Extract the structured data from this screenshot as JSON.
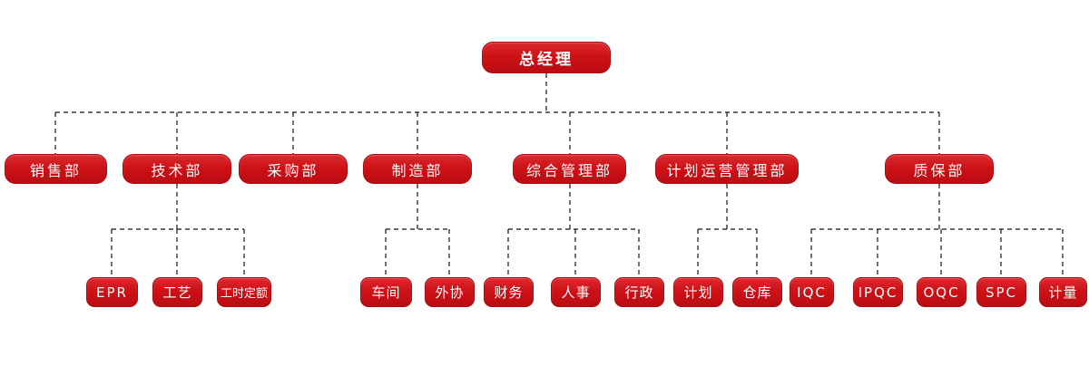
{
  "org_chart": {
    "root": {
      "label": "总经理"
    },
    "departments": [
      {
        "label": "销售部",
        "children": []
      },
      {
        "label": "技术部",
        "children": [
          {
            "label": "EPR"
          },
          {
            "label": "工艺"
          },
          {
            "label": "工时定额"
          }
        ]
      },
      {
        "label": "采购部",
        "children": []
      },
      {
        "label": "制造部",
        "children": [
          {
            "label": "车间"
          },
          {
            "label": "外协"
          }
        ]
      },
      {
        "label": "综合管理部",
        "children": [
          {
            "label": "财务"
          },
          {
            "label": "人事"
          },
          {
            "label": "行政"
          }
        ]
      },
      {
        "label": "计划运营管理部",
        "children": [
          {
            "label": "计划"
          },
          {
            "label": "仓库"
          }
        ]
      },
      {
        "label": "质保部",
        "children": [
          {
            "label": "IQC"
          },
          {
            "label": "IPQC"
          },
          {
            "label": "OQC"
          },
          {
            "label": "SPC"
          },
          {
            "label": "计量"
          }
        ]
      }
    ],
    "colors": {
      "node_fill": "#CD1016",
      "node_fill_light": "#DA2A2E",
      "node_border": "#A30D11",
      "node_text": "#FFFFFF",
      "connector_line": "#141414",
      "background": "#FFFFFF"
    }
  }
}
